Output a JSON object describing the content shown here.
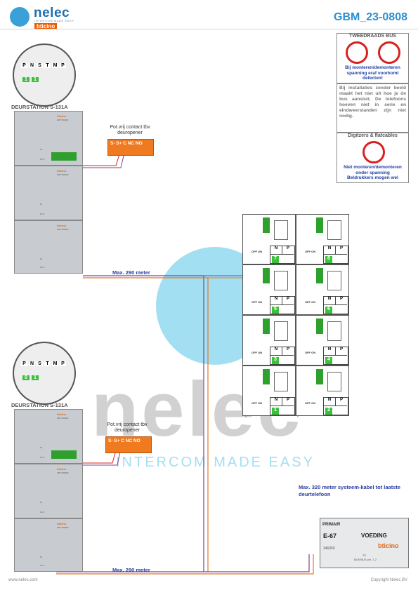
{
  "header": {
    "brand_name": "nelec",
    "brand_tagline": "INTERCOM MADE EASY",
    "brand_sub": "bticino",
    "doc_id": "GBM_23-0808"
  },
  "stations": [
    {
      "title": "DEURSTATION S-131A",
      "switch_labels": [
        "P",
        "N",
        "S",
        "T",
        "M",
        "P"
      ],
      "switch_values": [
        "1",
        "1"
      ],
      "module_brand": "bticino",
      "module_art_top": "ART.351100",
      "module_art": "ART.352000",
      "relay_title": "Pot.vrij contact tbv deuropener",
      "relay_terminals": "S- S+ C NC NO",
      "cable_label": "Max. 290 meter"
    },
    {
      "title": "DEURSTATION S-131A",
      "switch_labels": [
        "P",
        "N",
        "S",
        "T",
        "M",
        "P"
      ],
      "switch_values": [
        "0",
        "1"
      ],
      "module_brand": "bticino",
      "module_art_top": "ART.351100",
      "module_art": "ART.352000",
      "relay_title": "Pot.vrij contact tbv deuropener",
      "relay_terminals": "S- S+ C NC NO",
      "cable_label": "Max. 290 meter"
    }
  ],
  "wiring_labels": {
    "term_in": "IN",
    "term_out": "OUT",
    "off_on": "OFF ON"
  },
  "warnings": {
    "bus_title": "TWEEDRAADS BUS",
    "bus_text": "Bij monteren/demonteren spanning eraf voorkomt defecten!",
    "info_text": "Bij installaties zonder beeld maakt het niet uit hoe je de bus aansluit. De telefoons hoeven niet in serie en eindweerstanden zijn niet nodig.",
    "digi_title": "Digitzers & flatcables",
    "digi_text": "Niet monteren/demonteren onder spanning",
    "digi_sub": "Beldrukkers mogen wel"
  },
  "phones": {
    "np_labels": [
      "N",
      "P"
    ],
    "numbers": [
      "7",
      "8",
      "5",
      "6",
      "3",
      "4",
      "1",
      "2"
    ]
  },
  "system_cable": "Max. 320 meter systeem-kabel tot laatste deurtelefoon",
  "psu": {
    "primair": "PRIMAIR",
    "model": "E-67",
    "voeding": "VOEDING",
    "art": "346050",
    "brand": "bticino",
    "tk": "TK",
    "bus_terminals": "BUS/BUS pol. 1 2"
  },
  "watermark": {
    "name": "nelec",
    "tagline": "INTERCOM MADE EASY"
  },
  "footer": {
    "left": "www.nelec.com",
    "right": "Copyright Nelec BV"
  },
  "colors": {
    "accent": "#2e8fd0",
    "relay": "#f07a20",
    "cable_text": "#2b3ea0",
    "green": "#3ac23a",
    "warn_red": "#d92020"
  }
}
